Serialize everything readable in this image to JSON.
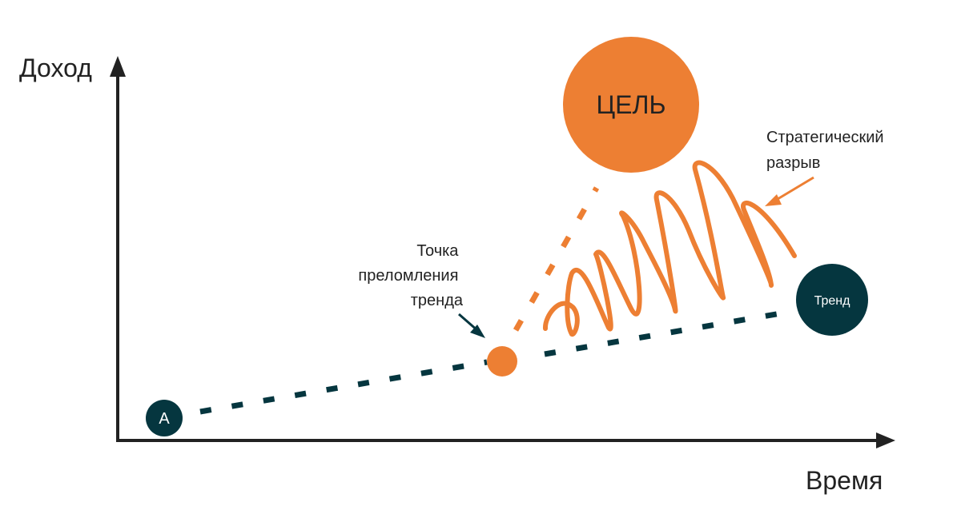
{
  "axes": {
    "y_label": "Доход",
    "x_label": "Время"
  },
  "nodes": {
    "start": "А",
    "goal": "ЦЕЛЬ",
    "trend": "Тренд"
  },
  "annotations": {
    "break_point": [
      "Точка",
      "преломления",
      "тренда"
    ],
    "strategic_gap": [
      "Стратегический",
      "разрыв"
    ]
  },
  "colors": {
    "accent": "#ED7F33",
    "dark": "#05363F",
    "axis": "#222222"
  }
}
